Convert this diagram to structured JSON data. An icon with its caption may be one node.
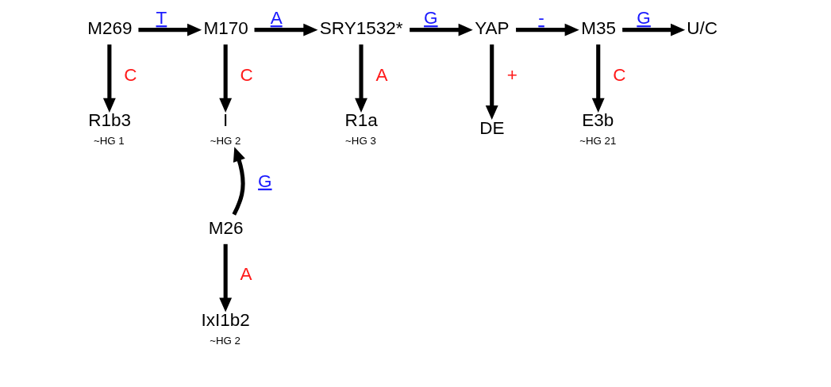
{
  "diagram": {
    "nodes": [
      {
        "text": [
          "M269"
        ]
      },
      {
        "text": [
          "M170"
        ]
      },
      {
        "text": [
          "SRY1532*"
        ]
      },
      {
        "text": [
          "YAP"
        ]
      },
      {
        "text": [
          "M35"
        ]
      },
      {
        "text": [
          "U/C"
        ]
      },
      {
        "text": [
          "R1b3"
        ],
        "beside": [
          "~HG 1"
        ]
      },
      {
        "text": [
          "I"
        ],
        "beside": [
          "~HG 2"
        ]
      },
      {
        "text": [
          "R1a"
        ],
        "beside": [
          "~HG 3"
        ]
      },
      {
        "text": [
          "DE"
        ]
      },
      {
        "text": [
          "E3b"
        ],
        "beside": [
          "~HG 21"
        ]
      },
      {
        "text": [
          "M26"
        ]
      },
      {
        "text": [
          "IxI1b2"
        ],
        "beside": [
          "~HG 2"
        ]
      }
    ],
    "edges": [
      {
        "from": 0,
        "to": 1,
        "arrow": "to",
        "label": "T"
      },
      {
        "from": 1,
        "to": 2,
        "arrow": "to",
        "label": "A"
      },
      {
        "from": 2,
        "to": 3,
        "arrow": "to",
        "label": "G"
      },
      {
        "from": 3,
        "to": 4,
        "arrow": "to",
        "label": "-"
      },
      {
        "from": 4,
        "to": 5,
        "arrow": "to",
        "label": "G"
      },
      {
        "from": 0,
        "to": 6,
        "arrow": "to",
        "label": "C"
      },
      {
        "from": 1,
        "to": 7,
        "arrow": "to",
        "label": "C"
      },
      {
        "from": 2,
        "to": 8,
        "arrow": "to",
        "label": "A"
      },
      {
        "from": 3,
        "to": 9,
        "arrow": "to",
        "label": "+"
      },
      {
        "from": 4,
        "to": 10,
        "arrow": "to",
        "label": "C"
      },
      {
        "from": 11,
        "to": 7,
        "arrow": "to",
        "label": "G"
      },
      {
        "from": 11,
        "to": 12,
        "arrow": "to",
        "label": "A"
      }
    ]
  }
}
